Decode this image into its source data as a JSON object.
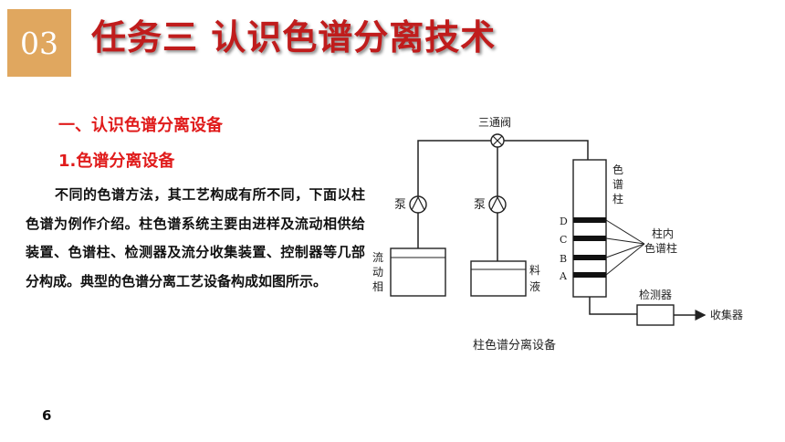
{
  "section_badge": "03",
  "page_title": "任务三  认识色谱分离技术",
  "heading1": "一、认识色谱分离设备",
  "heading2": "1.色谱分离设备",
  "paragraph": "不同的色谱方法，其工艺构成有所不同，下面以柱色谱为例作介绍。柱色谱系统主要由进样及流动相供给装置、色谱柱、检测器及流分收集装置、控制器等几部分构成。典型的色谱分离工艺设备构成如图所示。",
  "page_number": "6",
  "diagram": {
    "valve_label": "三通阀",
    "column_label": [
      "色",
      "谱",
      "柱"
    ],
    "pump_label_left": "泵",
    "pump_label_right": "泵",
    "mobile_phase_label": [
      "流",
      "动",
      "相"
    ],
    "feed_label": [
      "料",
      "液"
    ],
    "band_letters": [
      "D",
      "C",
      "B",
      "A"
    ],
    "bands_label": [
      "柱内",
      "色谱柱"
    ],
    "detector_label": "检测器",
    "collector_label": "收集器",
    "caption": "柱色谱分离设备"
  }
}
